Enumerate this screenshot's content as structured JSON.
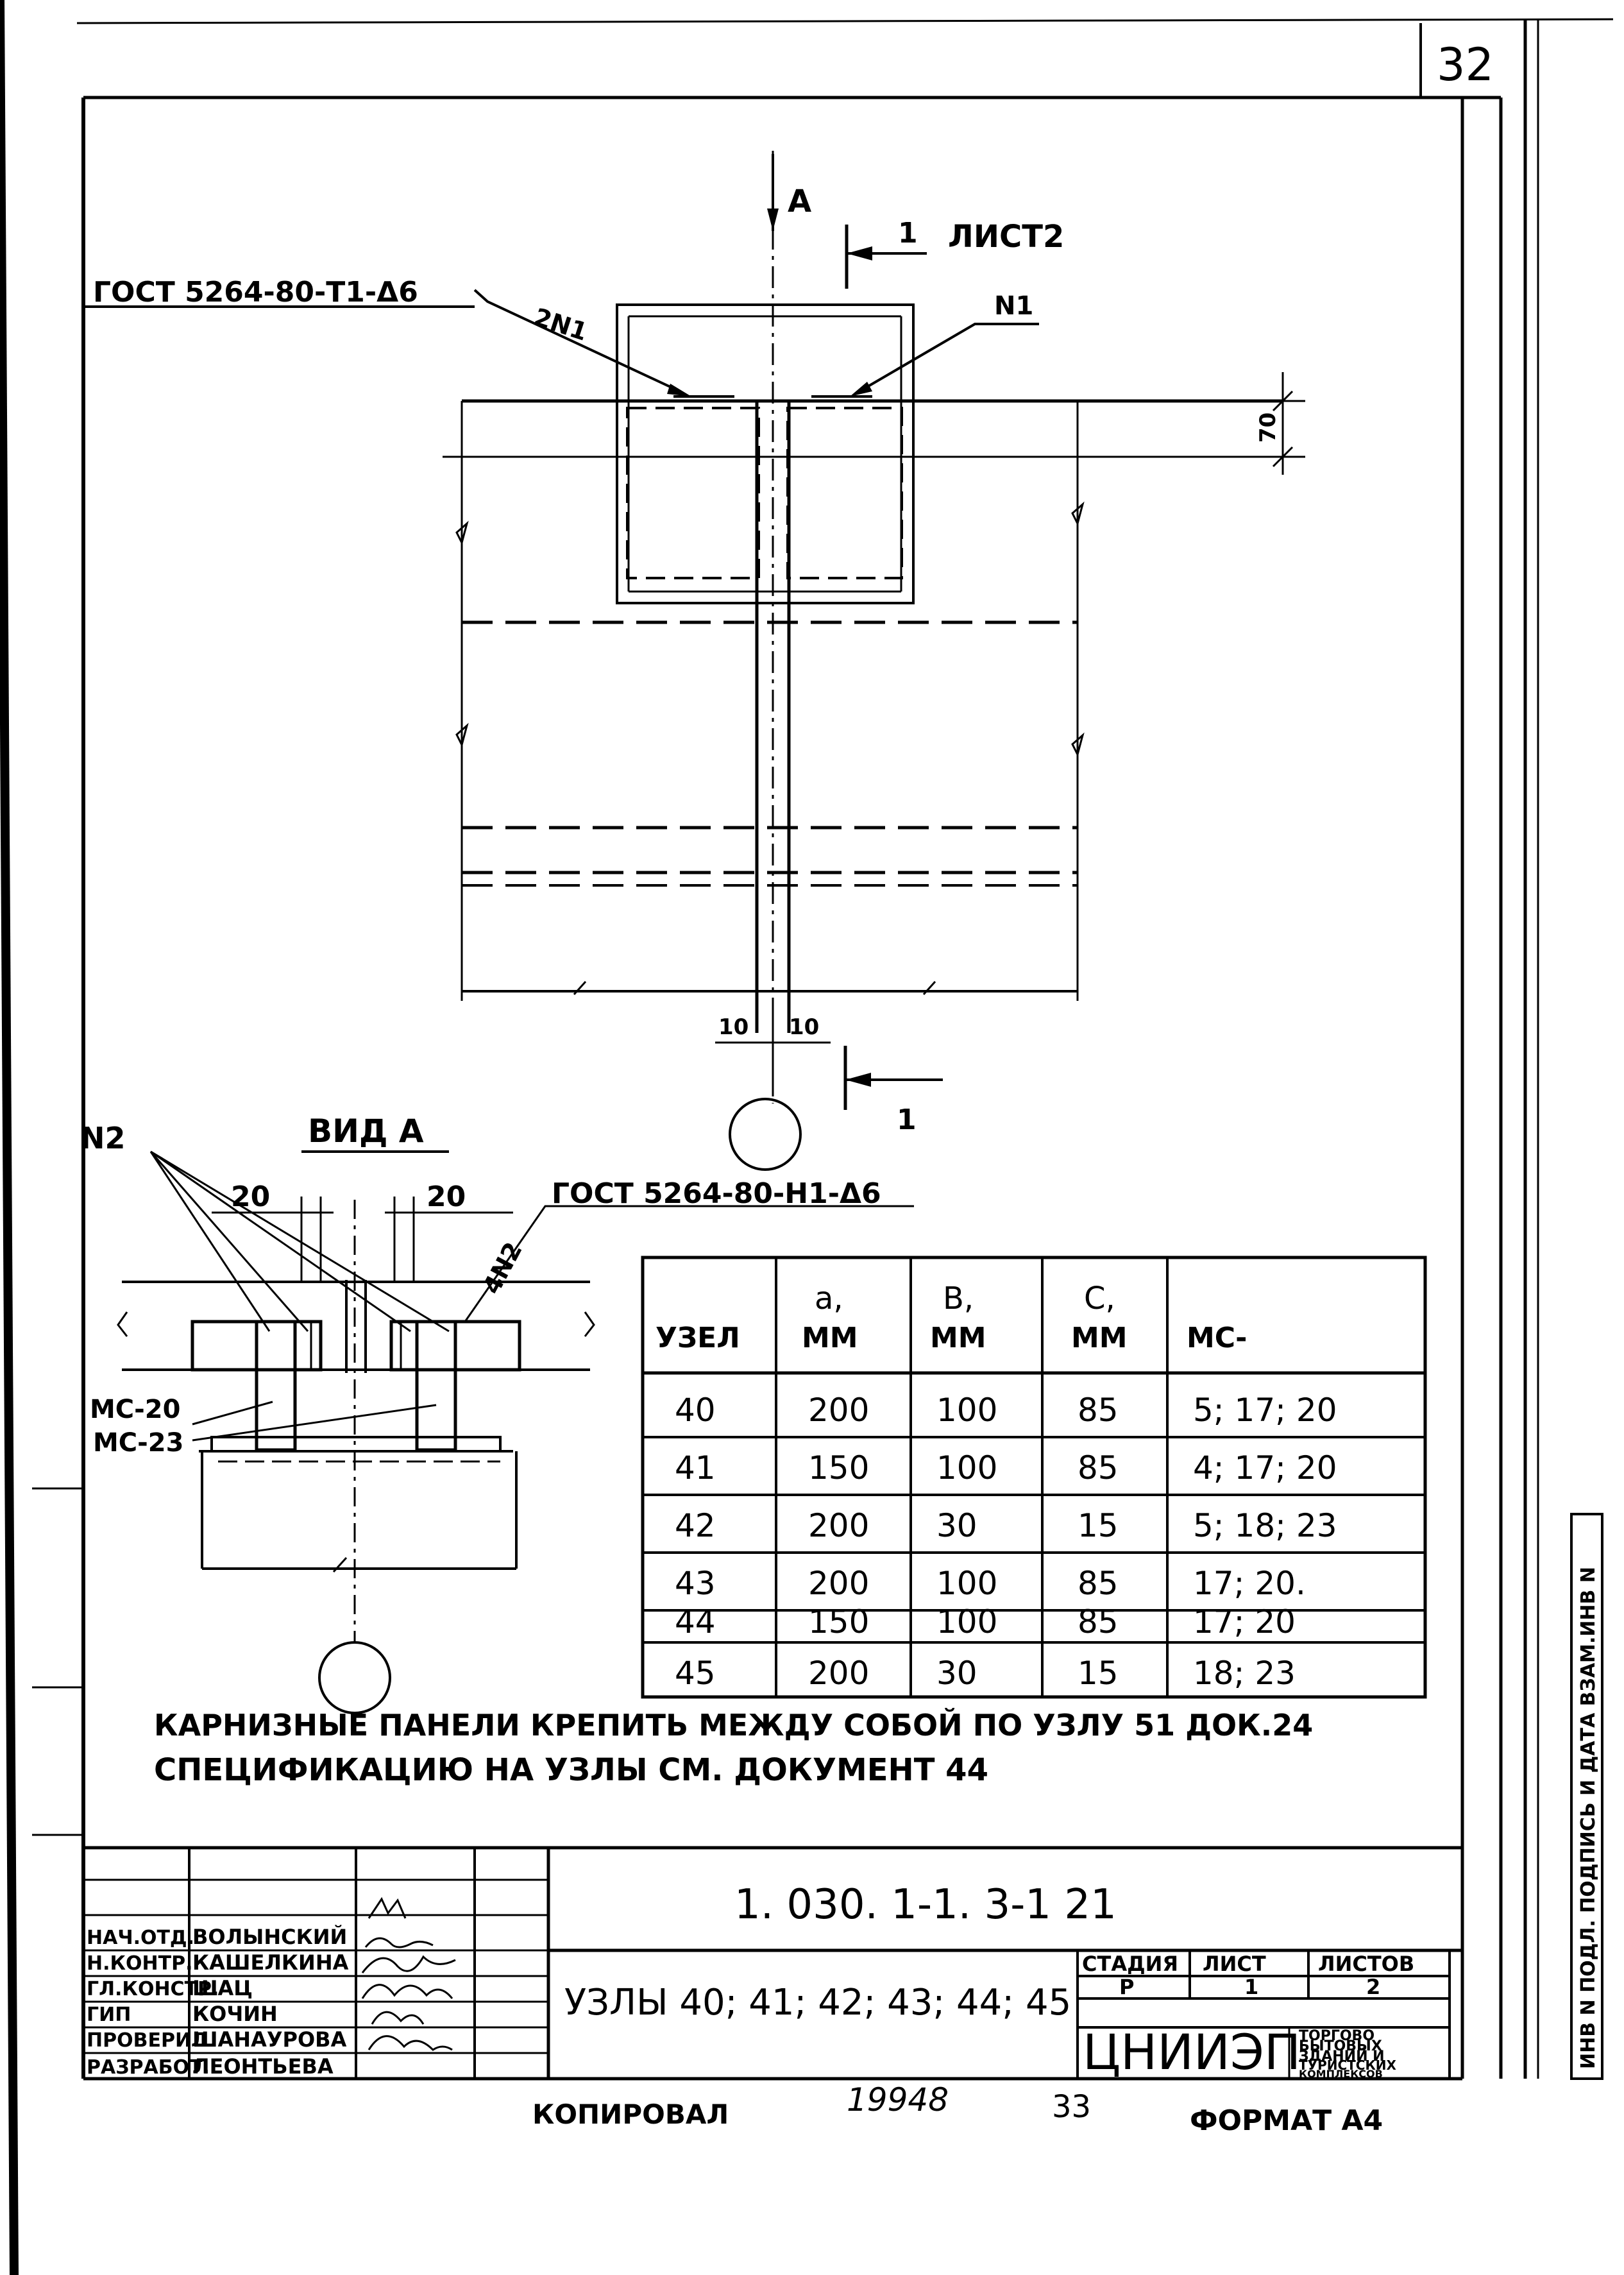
{
  "sheet_number": "32",
  "section_mark": {
    "arrow": "A",
    "cut_number": "1",
    "cut_sheet": "ЛИСТ2"
  },
  "labels": {
    "gost_top": "ГОСТ 5264-80-Т1-Δ6",
    "gost_view": "ГОСТ 5264-80-Н1-Δ6",
    "n1": "N1",
    "two_n1": "2N1",
    "n2": "N2",
    "four_n2": "4N2",
    "dim_70": "70",
    "dim_10_left": "10",
    "dim_10_right": "10",
    "dim_20_left": "20",
    "dim_20_right": "20",
    "view_title": "ВИД А",
    "ms20": "МС-20",
    "ms23": "МС-23",
    "cut_bottom": "1"
  },
  "table": {
    "headers": [
      {
        "line1": "",
        "line2": "УЗЕЛ"
      },
      {
        "line1": "a,",
        "line2": "ММ"
      },
      {
        "line1": "B,",
        "line2": "ММ"
      },
      {
        "line1": "C,",
        "line2": "ММ"
      },
      {
        "line1": "",
        "line2": "МС-"
      }
    ],
    "rows": [
      [
        "40",
        "200",
        "100",
        "85",
        "5; 17; 20"
      ],
      [
        "41",
        "150",
        "100",
        "85",
        "4; 17; 20"
      ],
      [
        "42",
        "200",
        "30",
        "15",
        "5; 18; 23"
      ],
      [
        "43",
        "200",
        "100",
        "85",
        "17; 20."
      ],
      [
        "44",
        "150",
        "100",
        "85",
        "17; 20"
      ],
      [
        "45",
        "200",
        "30",
        "15",
        "18; 23"
      ]
    ]
  },
  "notes": [
    "КАРНИЗНЫЕ ПАНЕЛИ КРЕПИТЬ МЕЖДУ СОБОЙ ПО УЗЛУ 51 ДОК.24",
    "СПЕЦИФИКАЦИЮ НА УЗЛЫ СМ. ДОКУМЕНТ 44"
  ],
  "title_block": {
    "doc_code": "1. 030. 1-1. 3-1 21",
    "drawing_title": "УЗЛЫ 40; 41; 42; 43; 44; 45",
    "roles": [
      {
        "role": "НАЧ.ОТД.",
        "name": "ВОЛЫНСКИЙ"
      },
      {
        "role": "Н.КОНТР.",
        "name": "КАШЕЛКИНА"
      },
      {
        "role": "ГЛ.КОНСТР.",
        "name": "ШАЦ"
      },
      {
        "role": "ГИП",
        "name": "КОЧИН"
      },
      {
        "role": "ПРОВЕРИЛ",
        "name": "ШАНАУРОВА"
      },
      {
        "role": "РАЗРАБОТ.",
        "name": "ЛЕОНТЬЕВА"
      }
    ],
    "stage_header": "СТАДИЯ",
    "sheet_header": "ЛИСТ",
    "sheets_header": "ЛИСТОВ",
    "stage": "Р",
    "sheet": "1",
    "sheets": "2",
    "org": "ЦНИИЭП",
    "org_desc": [
      "ТОРГОВО",
      "БЫТОВЫХ",
      "ЗДАНИЙ И",
      "ТУРИСТСКИХ",
      "КОМПЛЕКСОВ"
    ]
  },
  "footer": {
    "copied": "КОПИРОВАЛ",
    "order_no": "19948",
    "page": "33",
    "format": "ФОРМАТ А4"
  },
  "side_stamp": "ИНВ N ПОДЛ. ПОДПИСЬ И ДАТА ВЗАМ.ИНВ N"
}
